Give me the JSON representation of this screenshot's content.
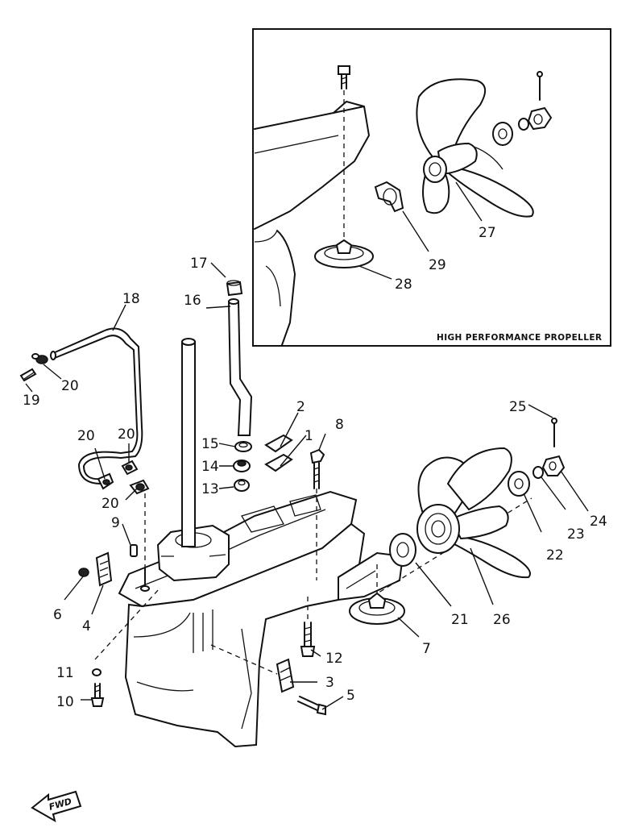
{
  "inset": {
    "title": "HIGH PERFORMANCE PROPELLER"
  },
  "direction_label": "FWD",
  "callouts": {
    "c1": "1",
    "c2": "2",
    "c3": "3",
    "c4": "4",
    "c5": "5",
    "c6": "6",
    "c7": "7",
    "c8": "8",
    "c9": "9",
    "c10": "10",
    "c11": "11",
    "c12": "12",
    "c13": "13",
    "c14": "14",
    "c15": "15",
    "c16": "16",
    "c17": "17",
    "c18": "18",
    "c19": "19",
    "c20a": "20",
    "c20b": "20",
    "c20c": "20",
    "c20d": "20",
    "c21": "21",
    "c22": "22",
    "c23": "23",
    "c24": "24",
    "c25": "25",
    "c26": "26",
    "c27": "27",
    "c28": "28",
    "c29": "29"
  }
}
